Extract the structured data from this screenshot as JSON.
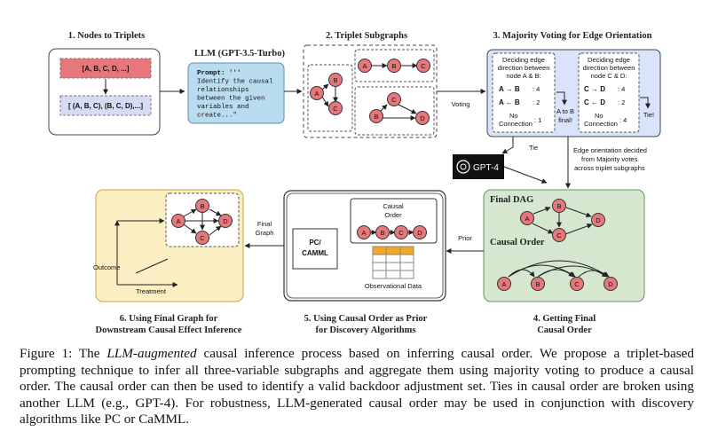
{
  "panels": {
    "p1": "1. Nodes to Triplets",
    "p2": "2. Triplet Subgraphs",
    "p3": "3. Majority Voting for Edge Orientation",
    "p4": [
      "4. Getting Final",
      "Causal Order"
    ],
    "p5": [
      "5. Using Causal Order as Prior",
      "for Discovery Algorithms"
    ],
    "p6": [
      "6. Using Final Graph for",
      "Downstream Causal Effect Inference"
    ]
  },
  "nodes_set": "[A, B, C, D, ...]",
  "triplets_set": "[ (A, B, C), (B, C, D),...]",
  "llm": {
    "title": "LLM (GPT-3.5-Turbo)",
    "prompt_lines": [
      "Prompt: '''",
      "Identify the causal",
      "relationships",
      "between the given",
      "variables and",
      "create...\""
    ]
  },
  "voting_label": "Voting",
  "vote_ab": {
    "header": [
      "Deciding edge",
      "direction between",
      "node A & B:"
    ],
    "rows": [
      [
        "A",
        "→",
        "B",
        ": 4"
      ],
      [
        "A",
        "←",
        "B",
        ": 2"
      ]
    ],
    "noconn": [
      "No",
      "Connection",
      ": 1"
    ],
    "result": [
      "A to B",
      "final!"
    ]
  },
  "vote_cd": {
    "header": [
      "Deciding edge",
      "direction between",
      "node C & D:"
    ],
    "rows": [
      [
        "C",
        "→",
        "D",
        ": 4"
      ],
      [
        "C",
        "←",
        "D",
        ": 2"
      ]
    ],
    "noconn": [
      "No",
      "Connection",
      ": 4"
    ],
    "result": [
      "Tie!"
    ]
  },
  "tie_label": "Tie",
  "gpt4_label": "GPT-4",
  "edge_note": [
    "Edge orientation decided",
    "from Majority votes",
    "across triplet subgraphs"
  ],
  "final_dag": "Final DAG",
  "causal_order_label": "Causal Order",
  "prior_label": "Prior",
  "final_graph_label": [
    "Final",
    "Graph"
  ],
  "pc_camml": [
    "PC/",
    "CAMML"
  ],
  "causal_order_box": [
    "Causal",
    "Order"
  ],
  "obs_data": "Observational Data",
  "outcome": "Outcome",
  "treatment": "Treatment",
  "node_letters": [
    "A",
    "B",
    "C",
    "D"
  ],
  "caption": {
    "fig": "Figure 1:",
    "pre": " The ",
    "em": "LLM-augmented",
    "post": " causal inference process based on inferring causal order. We propose a triplet-based prompting technique to infer all three-variable subgraphs and aggregate them using majority voting to produce a causal order. The causal order can then be used to identify a valid backdoor adjustment set. Ties in causal order are broken using another LLM (e.g., GPT-4). For robustness, LLM-generated causal order may be used in conjunction with discovery algorithms like PC or CaMML."
  },
  "colors": {
    "node": "#e8777b",
    "llm_box": "#b9dcee",
    "vote_panel": "#d9e4fb",
    "dag_panel": "#d5e8cf",
    "inference_panel": "#fbeec2",
    "table": "#f5a623"
  }
}
